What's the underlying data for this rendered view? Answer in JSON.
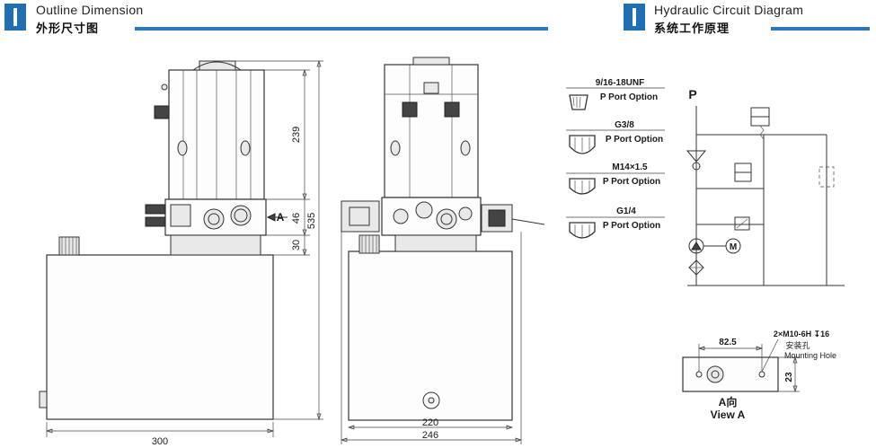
{
  "header_left": {
    "title": "Outline Dimension",
    "subtitle": "外形尺寸图"
  },
  "header_right": {
    "title": "Hydraulic Circuit Diagram",
    "subtitle": "系统工作原理"
  },
  "dimensions": {
    "width_300": "300",
    "width_220": "220",
    "width_246": "246",
    "h239": "239",
    "h46": "46",
    "h30": "30",
    "h535": "535",
    "view_marker": "A"
  },
  "port_options": [
    {
      "thread": "9/16-18UNF",
      "label": "P Port Option"
    },
    {
      "thread": "G3/8",
      "label": "P Port Option"
    },
    {
      "thread": "M14×1.5",
      "label": "P Port Option"
    },
    {
      "thread": "G1/4",
      "label": "P Port Option"
    }
  ],
  "circuit": {
    "port_label": "P",
    "motor_label": "M"
  },
  "view_a": {
    "spacing": "82.5",
    "hole_spec": "2×M10-6H ↧16",
    "hole_cn": "安装孔",
    "hole_en": "Mounting Hole",
    "height": "23",
    "title_cn": "A向",
    "title_en": "View A"
  },
  "colors": {
    "accent": "#1f6fb5",
    "rule": "#2b78bf",
    "line": "#333333"
  }
}
